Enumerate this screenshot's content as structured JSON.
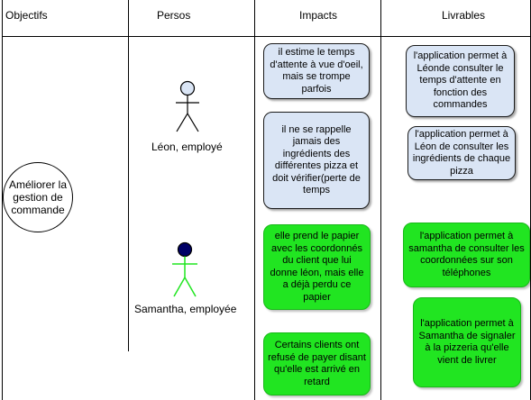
{
  "headers": {
    "objectifs": "Objectifs",
    "persos": "Persos",
    "impacts": "Impacts",
    "livrables": "Livrables"
  },
  "objective": "Améliorer la gestion de commande",
  "personas": [
    {
      "label": "Léon, employé",
      "head_color": "#dae5f5",
      "body_color": "#000000"
    },
    {
      "label": "Samantha, employée",
      "head_color": "#000066",
      "body_color": "#21e521"
    }
  ],
  "impacts": [
    "il estime le temps d'attente à vue d'oeil, mais se trompe parfois",
    "il ne se rappelle jamais des ingrédients des différentes pizza et doit vérifier(perte de temps",
    "elle prend le papier avec les coordonnés du client que lui donne léon, mais elle a déjà perdu ce papier",
    "Certains clients ont refusé de payer disant qu'elle est arrivé en retard"
  ],
  "livrables": [
    "l'application permet à Léonde consulter le temps d'attente en fonction des commandes",
    "l'application permet à Léon de consulter les ingrédients de chaque pizza",
    "l'application permet à samantha de consulter les coordonnées sur son téléphones",
    "l'application permet à Samantha de signaler à la pizzeria qu'elle vient de livrer"
  ],
  "colors": {
    "impact_blue": "#dae5f5",
    "impact_green": "#21e521",
    "lines": "#000000"
  }
}
